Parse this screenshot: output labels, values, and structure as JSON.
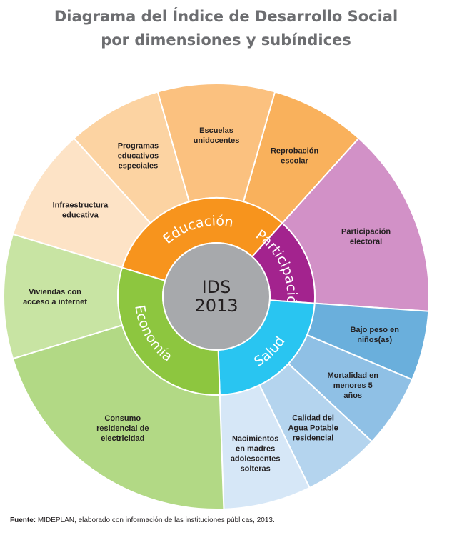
{
  "title_line1": "Diagrama del Índice de Desarrollo Social",
  "title_line2": "por dimensiones y subíndices",
  "center": {
    "line1": "IDS",
    "line2": "2013"
  },
  "source_label": "Fuente:",
  "source_text": " MIDEPLAN, elaborado con información de las instituciones públicas, 2013.",
  "dimensions": [
    {
      "name": "Educación",
      "color": "#f7941d",
      "subindices": [
        {
          "lines": [
            "Infraestructura",
            "educativa"
          ],
          "color": "#fde3c6"
        },
        {
          "lines": [
            "Programas",
            "educativos",
            "especiales"
          ],
          "color": "#fcd3a2"
        },
        {
          "lines": [
            "Escuelas",
            "unidocentes"
          ],
          "color": "#fbc17f"
        },
        {
          "lines": [
            "Reprobación",
            "escolar"
          ],
          "color": "#f9b15c"
        }
      ]
    },
    {
      "name": "Participación",
      "color": "#a3238e",
      "subindices": [
        {
          "lines": [
            "Participación",
            "electoral"
          ],
          "color": "#d291c7"
        }
      ]
    },
    {
      "name": "Salud",
      "color": "#29c5f1",
      "subindices": [
        {
          "lines": [
            "Bajo peso en",
            "niños(as)"
          ],
          "color": "#6aafdc"
        },
        {
          "lines": [
            "Mortalidad en",
            "menores 5",
            "años"
          ],
          "color": "#8fc0e5"
        },
        {
          "lines": [
            "Calidad del",
            "Agua Potable",
            "residencial"
          ],
          "color": "#b4d4ee"
        },
        {
          "lines": [
            "Nacimientos",
            "en madres",
            "adolescentes",
            "solteras"
          ],
          "color": "#d6e7f7"
        }
      ]
    },
    {
      "name": "Economía",
      "color": "#8dc63f",
      "subindices": [
        {
          "lines": [
            "Consumo",
            "residencial de",
            "electricidad"
          ],
          "color": "#b2d985"
        },
        {
          "lines": [
            "Viviendas con",
            "acceso a internet"
          ],
          "color": "#c8e4a3"
        }
      ]
    }
  ]
}
